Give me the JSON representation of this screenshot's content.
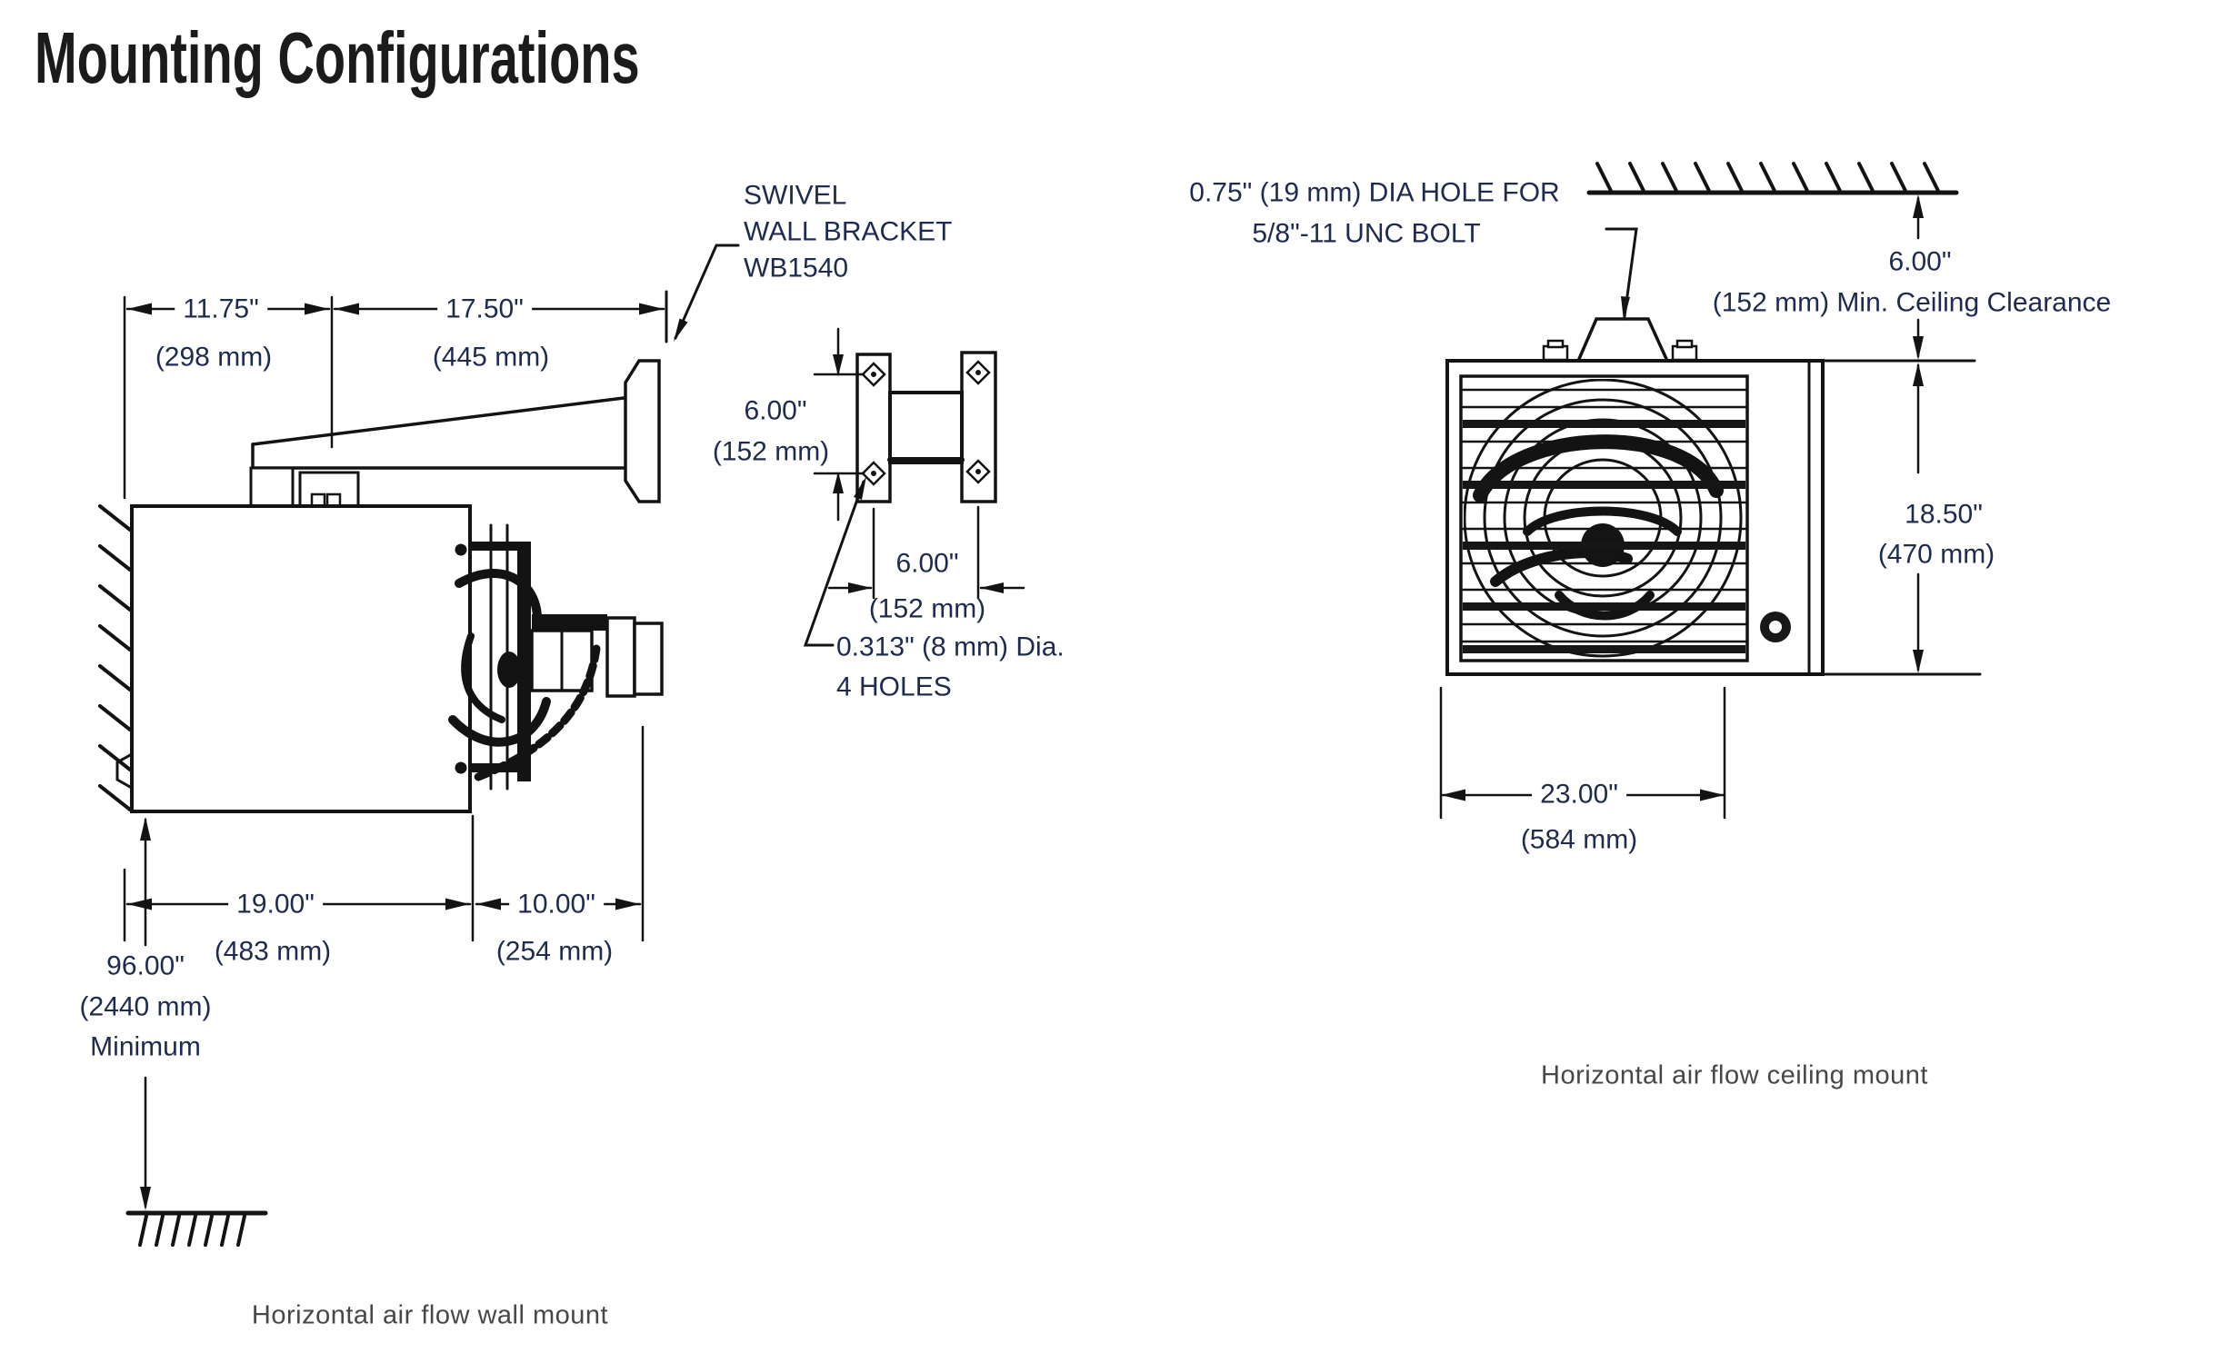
{
  "title": "Mounting Configurations",
  "wall_mount": {
    "caption": "Horizontal air flow wall mount",
    "bracket_label": {
      "line1": "SWIVEL",
      "line2": "WALL BRACKET",
      "line3": "WB1540"
    },
    "dim_offset": {
      "in": "11.75\"",
      "mm": "(298 mm)"
    },
    "dim_arm": {
      "in": "17.50\"",
      "mm": "(445 mm)"
    },
    "dim_holes_vertical": {
      "in": "6.00\"",
      "mm": "(152 mm)"
    },
    "dim_holes_horizontal": {
      "in": "6.00\"",
      "mm": "(152 mm)"
    },
    "holes_note": {
      "line1": "0.313\" (8 mm) Dia.",
      "line2": "4 HOLES"
    },
    "dim_depth": {
      "in": "19.00\"",
      "mm": "(483 mm)"
    },
    "dim_fan": {
      "in": "10.00\"",
      "mm": "(254 mm)"
    },
    "dim_floor": {
      "in": "96.00\"",
      "mm": "(2440 mm)",
      "note": "Minimum"
    }
  },
  "ceiling_mount": {
    "caption": "Horizontal air flow ceiling mount",
    "bolt_hole_note": {
      "line1": "0.75\" (19 mm) DIA HOLE FOR",
      "line2": "5/8\"-11 UNC  BOLT"
    },
    "dim_clearance": {
      "in": "6.00\"",
      "mm": "(152 mm) Min. Ceiling Clearance"
    },
    "dim_height": {
      "in": "18.50\"",
      "mm": "(470 mm)"
    },
    "dim_width": {
      "in": "23.00\"",
      "mm": "(584 mm)"
    }
  }
}
